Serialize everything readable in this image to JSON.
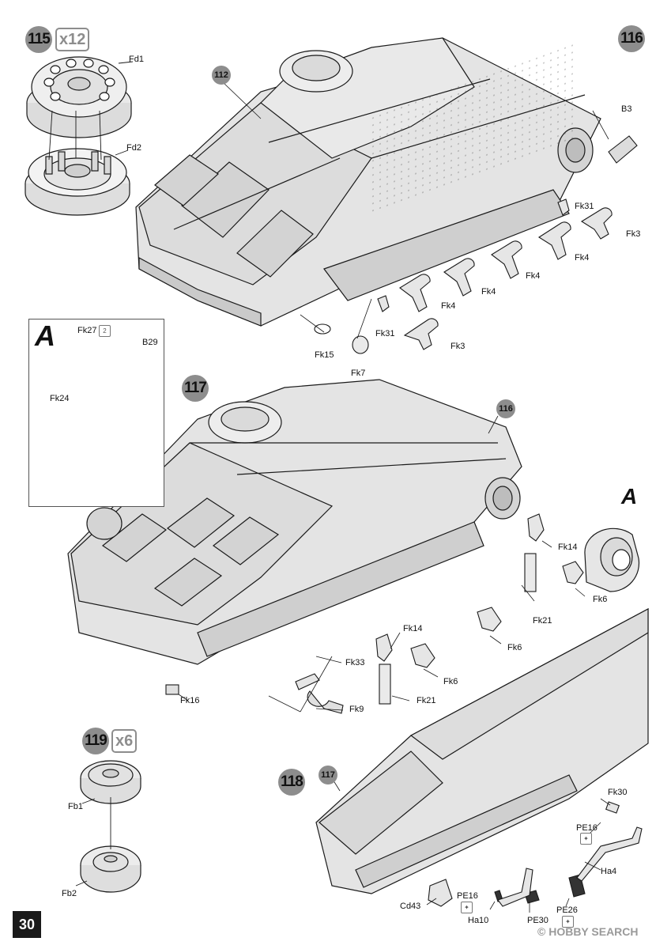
{
  "page": {
    "number": "30"
  },
  "watermark": {
    "text": "© HOBBY SEARCH"
  },
  "steps": {
    "s115": {
      "num": "115",
      "mult": "x12"
    },
    "s116": {
      "num": "116"
    },
    "s117": {
      "num": "117"
    },
    "s118": {
      "num": "118"
    },
    "s119": {
      "num": "119",
      "mult": "x6"
    }
  },
  "refs": {
    "r112": "112",
    "r116": "116",
    "r117": "117"
  },
  "detail": {
    "letter": "A",
    "letter_callout": "A"
  },
  "parts": {
    "fd1": "Fd1",
    "fd2": "Fd2",
    "b3": "B3",
    "fk31_a": "Fk31",
    "fk3_a": "Fk3",
    "fk4_a": "Fk4",
    "fk4_b": "Fk4",
    "fk4_c": "Fk4",
    "fk4_d": "Fk4",
    "fk31_b": "Fk31",
    "fk3_b": "Fk3",
    "fk15": "Fk15",
    "fk7": "Fk7",
    "fk27": "Fk27",
    "fk27_qty": "2",
    "b29": "B29",
    "fk24": "Fk24",
    "fk14_a": "Fk14",
    "fk6_a": "Fk6",
    "fk21_a": "Fk21",
    "fk6_b": "Fk6",
    "fk14_b": "Fk14",
    "fk6_c": "Fk6",
    "fk33": "Fk33",
    "fk21_b": "Fk21",
    "fk16": "Fk16",
    "fk9": "Fk9",
    "fb1": "Fb1",
    "fb2": "Fb2",
    "fk30": "Fk30",
    "pe16_a": "PE16",
    "ha4": "Ha4",
    "cd43": "Cd43",
    "pe16_b": "PE16",
    "ha10": "Ha10",
    "pe30": "PE30",
    "pe26": "PE26"
  },
  "icons": [
    "etched-part-icon",
    "arrow-down-icon"
  ],
  "colors": {
    "step_badge": "#8d8d8d",
    "hull_fill": "#e6e6e6",
    "line": "#1a1a1a"
  }
}
